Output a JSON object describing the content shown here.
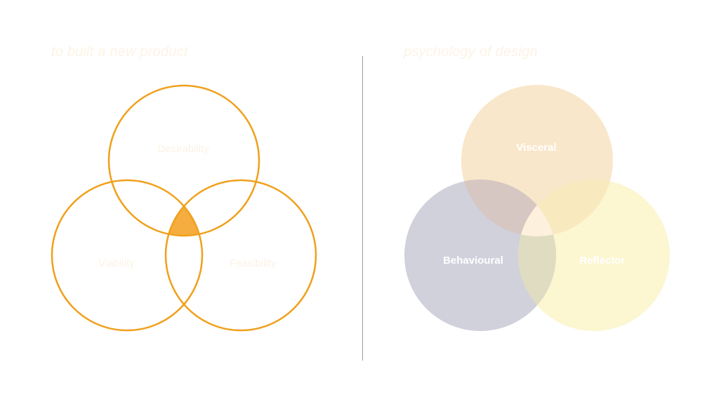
{
  "left_panel": {
    "title": "to built a new product",
    "circles": [
      {
        "label": "Desirability"
      },
      {
        "label": "Viability"
      },
      {
        "label": "Feasibility"
      }
    ],
    "stroke_color": "#f0a01c",
    "intersection_color": "#f6ad3f"
  },
  "right_panel": {
    "title": "psychology of design",
    "circles": [
      {
        "label": "Visceral",
        "color": "#f8e3c2"
      },
      {
        "label": "Behavioural",
        "color": "#c9c9d6"
      },
      {
        "label": "Reflector",
        "color": "#fbf5c9"
      }
    ],
    "center_color": "#fdf0dc"
  }
}
